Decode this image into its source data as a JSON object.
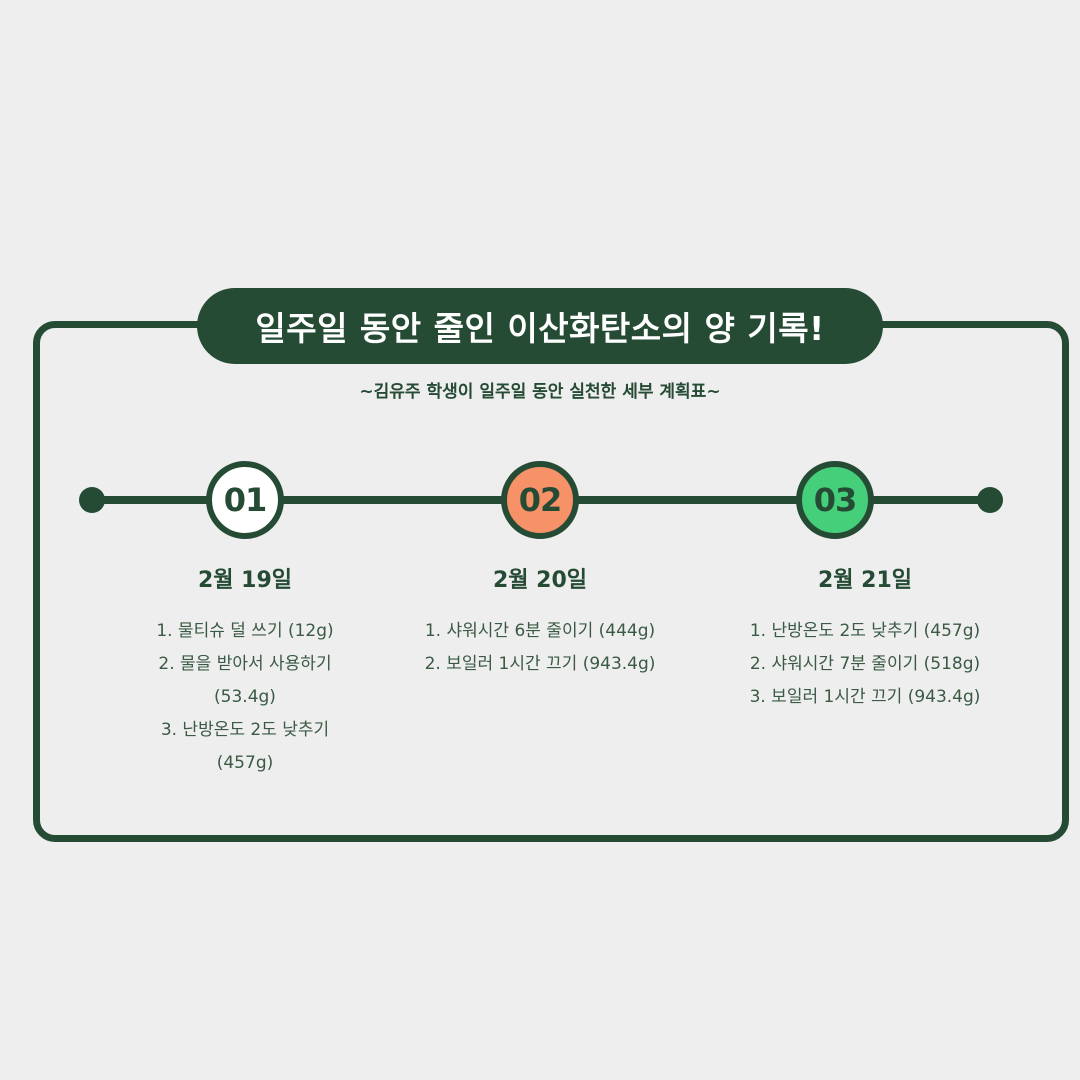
{
  "title": "일주일 동안 줄인 이산화탄소의 양 기록!",
  "subtitle": "~김유주 학생이 일주일 동안 실천한 세부 계획표~",
  "colors": {
    "primary": "#254b34",
    "background": "#eeeeee",
    "step1_fill": "#ffffff",
    "step2_fill": "#f79168",
    "step3_fill": "#46cf7b"
  },
  "steps": [
    {
      "number": "01",
      "date": "2월 19일",
      "items": [
        "1. 물티슈 덜 쓰기 (12g)",
        "2. 물을 받아서 사용하기 (53.4g)",
        "3. 난방온도 2도 낮추기 (457g)"
      ]
    },
    {
      "number": "02",
      "date": "2월 20일",
      "items": [
        "1. 샤워시간 6분 줄이기 (444g)",
        "2. 보일러 1시간 끄기 (943.4g)"
      ]
    },
    {
      "number": "03",
      "date": "2월 21일",
      "items": [
        "1. 난방온도 2도 낮추기 (457g)",
        "2. 샤워시간 7분 줄이기 (518g)",
        "3. 보일러 1시간 끄기 (943.4g)"
      ]
    }
  ]
}
